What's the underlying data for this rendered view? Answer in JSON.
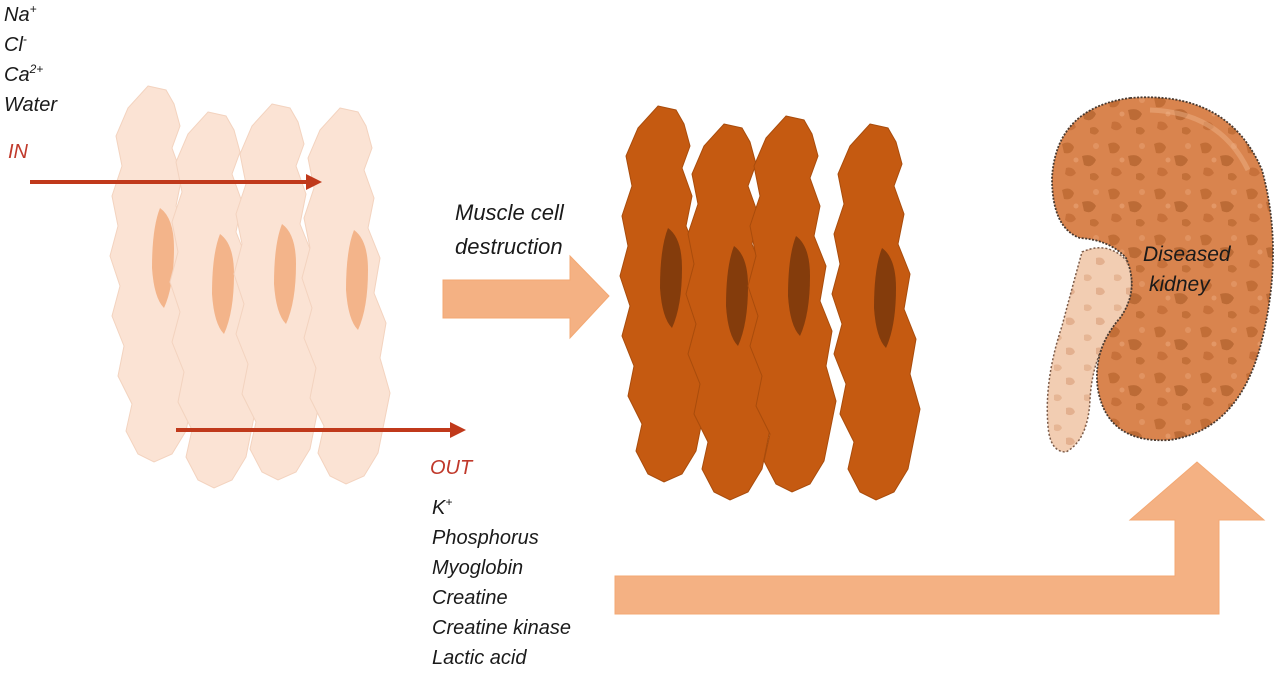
{
  "inflow": {
    "label": "IN",
    "ions": [
      {
        "base": "Na",
        "charge": "+"
      },
      {
        "base": "Cl",
        "charge": "-"
      },
      {
        "base": "Ca",
        "charge": "2+"
      },
      {
        "base": "Water",
        "charge": ""
      }
    ]
  },
  "outflow": {
    "label": "OUT",
    "items": [
      {
        "base": "K",
        "charge": "+"
      },
      {
        "base": "Phosphorus",
        "charge": ""
      },
      {
        "base": "Myoglobin",
        "charge": ""
      },
      {
        "base": "Creatine",
        "charge": ""
      },
      {
        "base": "Creatine kinase",
        "charge": ""
      },
      {
        "base": "Lactic acid",
        "charge": ""
      }
    ]
  },
  "process": {
    "line1": "Muscle cell",
    "line2": "destruction"
  },
  "kidney": {
    "line1": "Diseased",
    "line2": "kidney"
  },
  "colors": {
    "healthy_cell": "#fbe3d4",
    "healthy_nucleus": "#f3b48a",
    "damaged_cell": "#c55a11",
    "damaged_nucleus": "#843c0c",
    "flow_arrow": "#f4b183",
    "ion_arrow": "#c0391b",
    "label_red": "#c0392b",
    "kidney": "#d9824a"
  }
}
